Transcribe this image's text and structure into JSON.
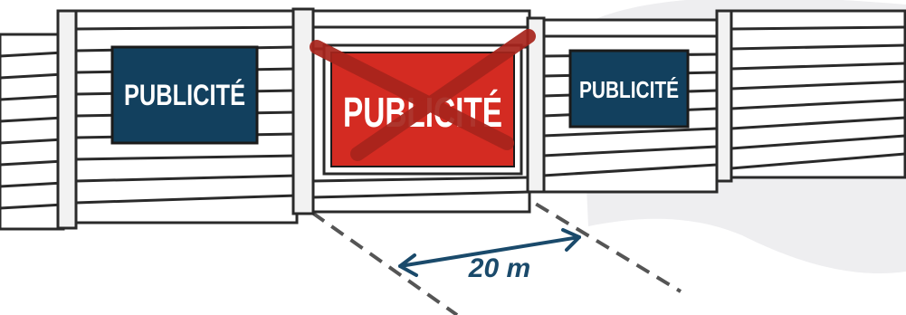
{
  "signs": [
    {
      "label": "PUBLICITÉ",
      "status": "allowed",
      "panel_color": "#12405e"
    },
    {
      "label": "PUBLICITÉ",
      "status": "forbidden",
      "panel_color": "#d42b22"
    },
    {
      "label": "PUBLICITÉ",
      "status": "allowed",
      "panel_color": "#12405e"
    }
  ],
  "distance": {
    "label": "20 m",
    "color": "#1a4a6b"
  },
  "colors": {
    "fence_fill": "#ffffff",
    "fence_line": "#2a2a2a",
    "post_fill": "#f2f2f2",
    "cross_mark": "#a8241c",
    "background_blob": "#eeeef0",
    "dashes": "#555555"
  },
  "icons": [
    "cross-out-icon",
    "double-arrow-icon"
  ]
}
